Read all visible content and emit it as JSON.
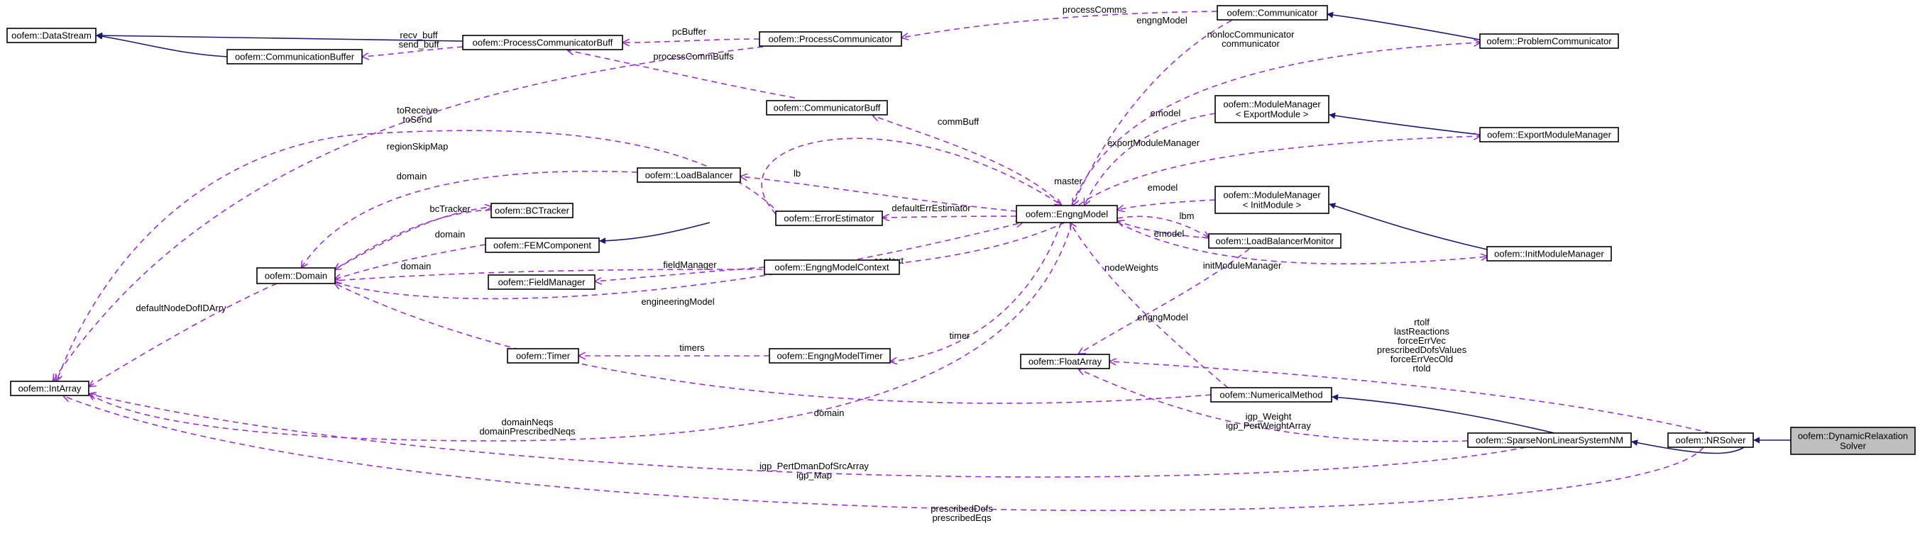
{
  "nodes": [
    {
      "id": "DataStream",
      "lines": [
        "oofem::DataStream"
      ]
    },
    {
      "id": "CommunicationBuffer",
      "lines": [
        "oofem::CommunicationBuffer"
      ]
    },
    {
      "id": "ProcessCommunicatorBuff",
      "lines": [
        "oofem::ProcessCommunicatorBuff"
      ]
    },
    {
      "id": "ProcessCommunicator",
      "lines": [
        "oofem::ProcessCommunicator"
      ]
    },
    {
      "id": "Communicator",
      "lines": [
        "oofem::Communicator"
      ]
    },
    {
      "id": "ProblemCommunicator",
      "lines": [
        "oofem::ProblemCommunicator"
      ]
    },
    {
      "id": "CommunicatorBuff",
      "lines": [
        "oofem::CommunicatorBuff"
      ]
    },
    {
      "id": "ModuleManagerExport",
      "lines": [
        "oofem::ModuleManager",
        "< ExportModule >"
      ]
    },
    {
      "id": "ExportModuleManager",
      "lines": [
        "oofem::ExportModuleManager"
      ]
    },
    {
      "id": "LoadBalancer",
      "lines": [
        "oofem::LoadBalancer"
      ]
    },
    {
      "id": "BCTracker",
      "lines": [
        "oofem::BCTracker"
      ]
    },
    {
      "id": "ErrorEstimator",
      "lines": [
        "oofem::ErrorEstimator"
      ]
    },
    {
      "id": "EngngModel",
      "lines": [
        "oofem::EngngModel"
      ]
    },
    {
      "id": "ModuleManagerInit",
      "lines": [
        "oofem::ModuleManager",
        "< InitModule >"
      ]
    },
    {
      "id": "FEMComponent",
      "lines": [
        "oofem::FEMComponent"
      ]
    },
    {
      "id": "Domain",
      "lines": [
        "oofem::Domain"
      ]
    },
    {
      "id": "LoadBalancerMonitor",
      "lines": [
        "oofem::LoadBalancerMonitor"
      ]
    },
    {
      "id": "InitModuleManager",
      "lines": [
        "oofem::InitModuleManager"
      ]
    },
    {
      "id": "FieldManager",
      "lines": [
        "oofem::FieldManager"
      ]
    },
    {
      "id": "EngngModelContext",
      "lines": [
        "oofem::EngngModelContext"
      ]
    },
    {
      "id": "Timer",
      "lines": [
        "oofem::Timer"
      ]
    },
    {
      "id": "EngngModelTimer",
      "lines": [
        "oofem::EngngModelTimer"
      ]
    },
    {
      "id": "FloatArray",
      "lines": [
        "oofem::FloatArray"
      ]
    },
    {
      "id": "IntArray",
      "lines": [
        "oofem::IntArray"
      ]
    },
    {
      "id": "NumericalMethod",
      "lines": [
        "oofem::NumericalMethod"
      ]
    },
    {
      "id": "SparseNonLinearSystemNM",
      "lines": [
        "oofem::SparseNonLinearSystemNM"
      ]
    },
    {
      "id": "NRSolver",
      "lines": [
        "oofem::NRSolver"
      ]
    },
    {
      "id": "DynamicRelaxationSolver",
      "lines": [
        "oofem::DynamicRelaxation",
        "Solver"
      ],
      "focus": true
    }
  ],
  "edges": [
    {
      "from": "CommunicationBuffer",
      "to": "DataStream",
      "kind": "inherit",
      "labels": []
    },
    {
      "from": "ProcessCommunicatorBuff",
      "to": "DataStream",
      "kind": "inherit",
      "labels": []
    },
    {
      "from": "ProcessCommunicatorBuff",
      "to": "CommunicationBuffer",
      "kind": "usage",
      "labels": [
        "recv_buff",
        "send_buff"
      ]
    },
    {
      "from": "ProcessCommunicator",
      "to": "ProcessCommunicatorBuff",
      "kind": "usage",
      "labels": [
        "pcBuffer"
      ]
    },
    {
      "from": "CommunicatorBuff",
      "to": "ProcessCommunicatorBuff",
      "kind": "usage",
      "labels": [
        "processCommBuffs"
      ]
    },
    {
      "from": "Communicator",
      "to": "ProcessCommunicator",
      "kind": "usage",
      "labels": [
        "processComms"
      ]
    },
    {
      "from": "ProblemCommunicator",
      "to": "Communicator",
      "kind": "inherit",
      "labels": []
    },
    {
      "from": "Communicator",
      "to": "EngngModel",
      "kind": "usage",
      "labels": [
        "engngModel"
      ]
    },
    {
      "from": "EngngModel",
      "to": "ProblemCommunicator",
      "kind": "usage",
      "labels": [
        "nonlocCommunicator",
        "communicator"
      ]
    },
    {
      "from": "EngngModel",
      "to": "CommunicatorBuff",
      "kind": "usage",
      "labels": [
        "commBuff"
      ]
    },
    {
      "from": "ProcessCommunicator",
      "to": "IntArray",
      "kind": "usage",
      "labels": [
        "toReceive",
        "toSend"
      ]
    },
    {
      "from": "ErrorEstimator",
      "to": "IntArray",
      "kind": "usage",
      "labels": [
        "regionSkipMap"
      ]
    },
    {
      "from": "ExportModuleManager",
      "to": "ModuleManagerExport",
      "kind": "inherit",
      "labels": []
    },
    {
      "from": "ModuleManagerExport",
      "to": "EngngModel",
      "kind": "usage",
      "labels": [
        "emodel"
      ]
    },
    {
      "from": "EngngModel",
      "to": "ExportModuleManager",
      "kind": "usage",
      "labels": [
        "exportModuleManager"
      ]
    },
    {
      "from": "InitModuleManager",
      "to": "ModuleManagerInit",
      "kind": "inherit",
      "labels": []
    },
    {
      "from": "ModuleManagerInit",
      "to": "EngngModel",
      "kind": "usage",
      "labels": [
        "emodel"
      ]
    },
    {
      "from": "EngngModel",
      "to": "InitModuleManager",
      "kind": "usage",
      "labels": [
        "initModuleManager"
      ]
    },
    {
      "from": "EngngModel",
      "to": "LoadBalancer",
      "kind": "usage",
      "labels": [
        "lb"
      ]
    },
    {
      "from": "LoadBalancer",
      "to": "Domain",
      "kind": "usage",
      "labels": [
        "domain"
      ]
    },
    {
      "from": "EngngModel",
      "to": "LoadBalancerMonitor",
      "kind": "usage",
      "labels": [
        "lbm"
      ]
    },
    {
      "from": "LoadBalancerMonitor",
      "to": "EngngModel",
      "kind": "usage",
      "labels": [
        "emodel"
      ]
    },
    {
      "from": "LoadBalancerMonitor",
      "to": "FloatArray",
      "kind": "usage",
      "labels": [
        "nodeWeights"
      ]
    },
    {
      "from": "ErrorEstimator",
      "to": "EngngModel",
      "kind": "usage",
      "labels": [
        "master"
      ]
    },
    {
      "from": "EngngModel",
      "to": "ErrorEstimator",
      "kind": "usage",
      "labels": [
        "defaultErrEstimator"
      ]
    },
    {
      "from": "ErrorEstimator",
      "to": "FEMComponent",
      "kind": "inherit",
      "labels": []
    },
    {
      "from": "BCTracker",
      "to": "Domain",
      "kind": "usage",
      "labels": [
        "domain"
      ]
    },
    {
      "from": "Domain",
      "to": "BCTracker",
      "kind": "usage",
      "labels": [
        "bcTracker"
      ]
    },
    {
      "from": "FEMComponent",
      "to": "Domain",
      "kind": "usage",
      "labels": [
        "domain"
      ]
    },
    {
      "from": "EngngModelContext",
      "to": "FieldManager",
      "kind": "usage",
      "labels": [
        "fieldManager"
      ]
    },
    {
      "from": "EngngModel",
      "to": "EngngModelContext",
      "kind": "usage",
      "labels": [
        "context"
      ]
    },
    {
      "from": "Domain",
      "to": "EngngModel",
      "kind": "usage",
      "labels": [
        "engineeringModel"
      ]
    },
    {
      "from": "Domain",
      "to": "IntArray",
      "kind": "usage",
      "labels": [
        "defaultNodeDofIDArry"
      ]
    },
    {
      "from": "EngngModelTimer",
      "to": "Timer",
      "kind": "usage",
      "labels": [
        "timers"
      ]
    },
    {
      "from": "EngngModel",
      "to": "EngngModelTimer",
      "kind": "usage",
      "labels": [
        "timer"
      ]
    },
    {
      "from": "NumericalMethod",
      "to": "EngngModel",
      "kind": "usage",
      "labels": [
        "engngModel"
      ]
    },
    {
      "from": "NumericalMethod",
      "to": "Domain",
      "kind": "usage",
      "labels": [
        "domain"
      ]
    },
    {
      "from": "EngngModel",
      "to": "IntArray",
      "kind": "usage",
      "labels": [
        "domainNeqs",
        "domainPrescribedNeqs"
      ]
    },
    {
      "from": "SparseNonLinearSystemNM",
      "to": "NumericalMethod",
      "kind": "inherit",
      "labels": []
    },
    {
      "from": "SparseNonLinearSystemNM",
      "to": "FloatArray",
      "kind": "usage",
      "labels": [
        "igp_Weight",
        "igp_PertWeightArray"
      ]
    },
    {
      "from": "SparseNonLinearSystemNM",
      "to": "IntArray",
      "kind": "usage",
      "labels": [
        "igp_PertDmanDofSrcArray",
        "igp_Map"
      ]
    },
    {
      "from": "NRSolver",
      "to": "SparseNonLinearSystemNM",
      "kind": "inherit",
      "labels": []
    },
    {
      "from": "NRSolver",
      "to": "FloatArray",
      "kind": "usage",
      "labels": [
        "rtolf",
        "lastReactions",
        "forceErrVec",
        "prescribedDofsValues",
        "forceErrVecOld",
        "rtold"
      ]
    },
    {
      "from": "NRSolver",
      "to": "IntArray",
      "kind": "usage",
      "labels": [
        "prescribedDofs",
        "prescribedEqs"
      ]
    },
    {
      "from": "DynamicRelaxationSolver",
      "to": "NRSolver",
      "kind": "inherit",
      "labels": []
    }
  ],
  "colors": {
    "inheritance": "#191970",
    "usage": "#9a32cd",
    "focus_fill": "#bfbfbf"
  }
}
